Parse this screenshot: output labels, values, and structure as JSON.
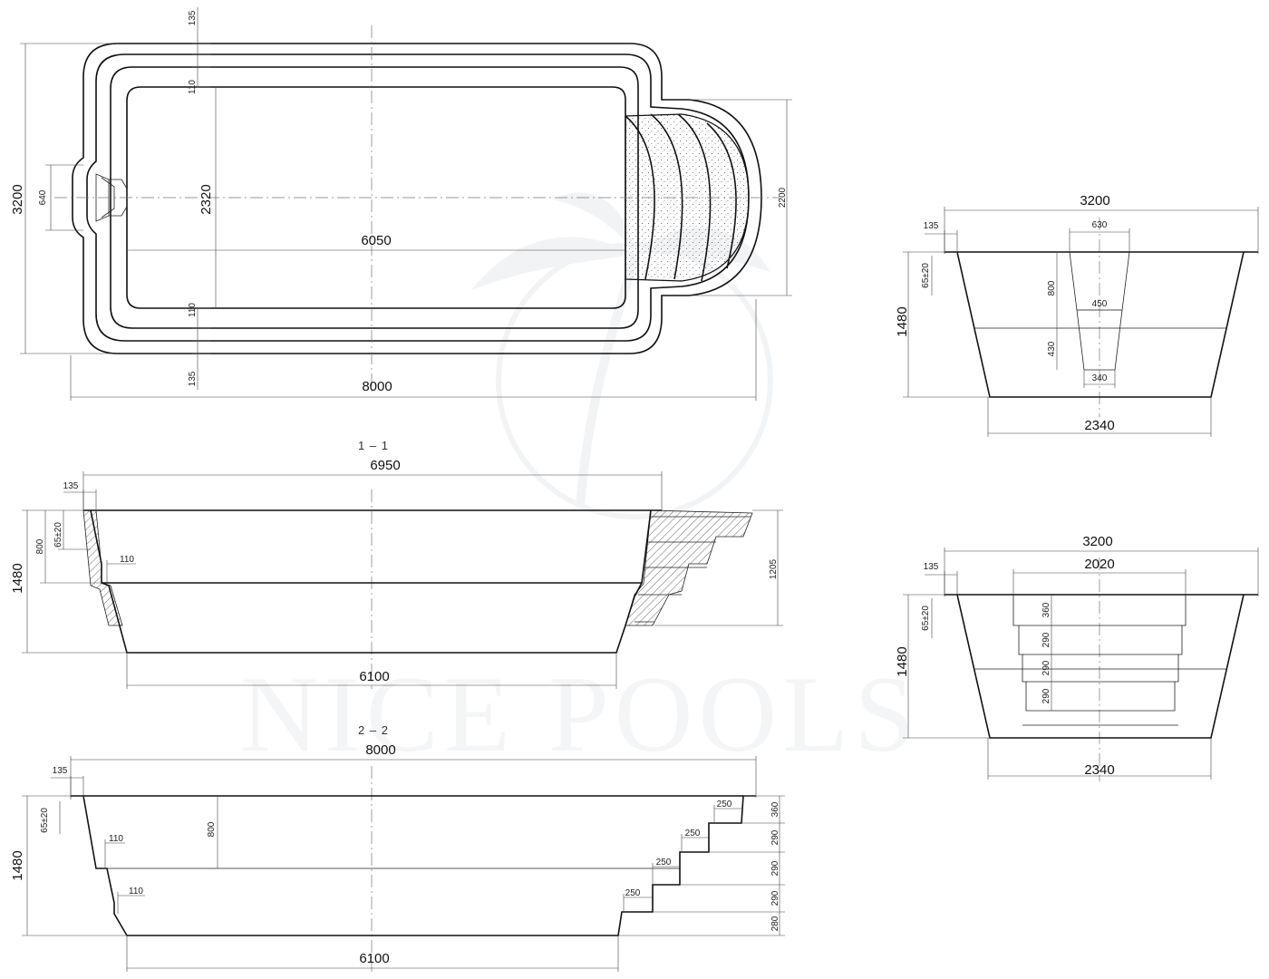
{
  "watermark": {
    "text": "NICE POOLS"
  },
  "plan": {
    "overall_length": "8000",
    "overall_width": "3200",
    "inner_length": "6050",
    "inner_width": "2320",
    "rim_top": "135",
    "rim_bottom": "135",
    "step_top": "110",
    "step_bottom": "110",
    "skimmer_width": "640",
    "stair_width": "2200"
  },
  "section_1_1": {
    "label": "1 – 1",
    "top_length": "6950",
    "bottom_length": "6100",
    "rim": "135",
    "depth": "1480",
    "ledge_depth": "800",
    "waterline": "65±20",
    "ledge": "110",
    "stair_height": "1205"
  },
  "section_2_2": {
    "label": "2 – 2",
    "top_length": "8000",
    "bottom_length": "6100",
    "rim": "135",
    "depth": "1480",
    "waterline": "65±20",
    "ledge_depth": "800",
    "ledge_1": "110",
    "ledge_2": "110",
    "tread_1": "250",
    "tread_2": "250",
    "tread_3": "250",
    "tread_4": "250",
    "riser_1": "360",
    "riser_2": "290",
    "riser_3": "290",
    "riser_4": "290",
    "riser_5": "280"
  },
  "cross_section_a": {
    "top_width": "3200",
    "bottom_width": "2340",
    "rim": "135",
    "depth": "1480",
    "waterline": "65±20",
    "skimmer_top": "630",
    "skimmer_mid": "450",
    "skimmer_bottom": "340",
    "skimmer_upper_h": "800",
    "skimmer_lower_h": "430"
  },
  "cross_section_b": {
    "top_width": "3200",
    "stair_width": "2020",
    "bottom_width": "2340",
    "rim": "135",
    "depth": "1480",
    "waterline": "65±20",
    "riser_1": "360",
    "riser_2": "290",
    "riser_3": "290",
    "riser_4": "290"
  }
}
